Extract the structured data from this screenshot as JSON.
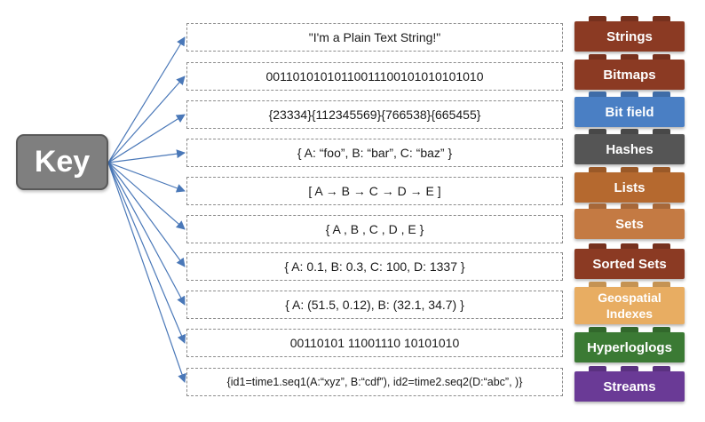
{
  "key": {
    "label": "Key",
    "color": "#7f7f7f"
  },
  "arrow_color": "#4a78b8",
  "rows": [
    {
      "value": "\"I'm a Plain Text String!\"",
      "type": "Strings",
      "color": "#8b3a23"
    },
    {
      "value": "00110101010110011100101010101010",
      "type": "Bitmaps",
      "color": "#8b3a23"
    },
    {
      "value": "{23334}{112345569}{766538}{665455}",
      "type": "Bit field",
      "color": "#4a7fc4"
    },
    {
      "value": "{ A: “foo”, B: “bar”, C: “baz”  }",
      "type": "Hashes",
      "color": "#555555"
    },
    {
      "value": "[ A → B → C → D → E ]",
      "type": "Lists",
      "color": "#b5692f"
    },
    {
      "value": "{  A , B , C , D , E  }",
      "type": "Sets",
      "color": "#c47a43"
    },
    {
      "value": "{ A: 0.1, B: 0.3, C: 100, D: 1337 }",
      "type": "Sorted Sets",
      "color": "#8b3a23"
    },
    {
      "value": "{ A: (51.5, 0.12), B: (32.1, 34.7)  }",
      "type": "Geospatial Indexes",
      "color": "#e8ad62"
    },
    {
      "value": "00110101 11001110 10101010",
      "type": "Hyperloglogs",
      "color": "#3b7a34"
    },
    {
      "value": "{id1=time1.seq1(A:“xyz”, B:“cdf”), id2=time2.seq2(D:“abc”, )}",
      "type": "Streams",
      "color": "#6a3a96"
    }
  ]
}
